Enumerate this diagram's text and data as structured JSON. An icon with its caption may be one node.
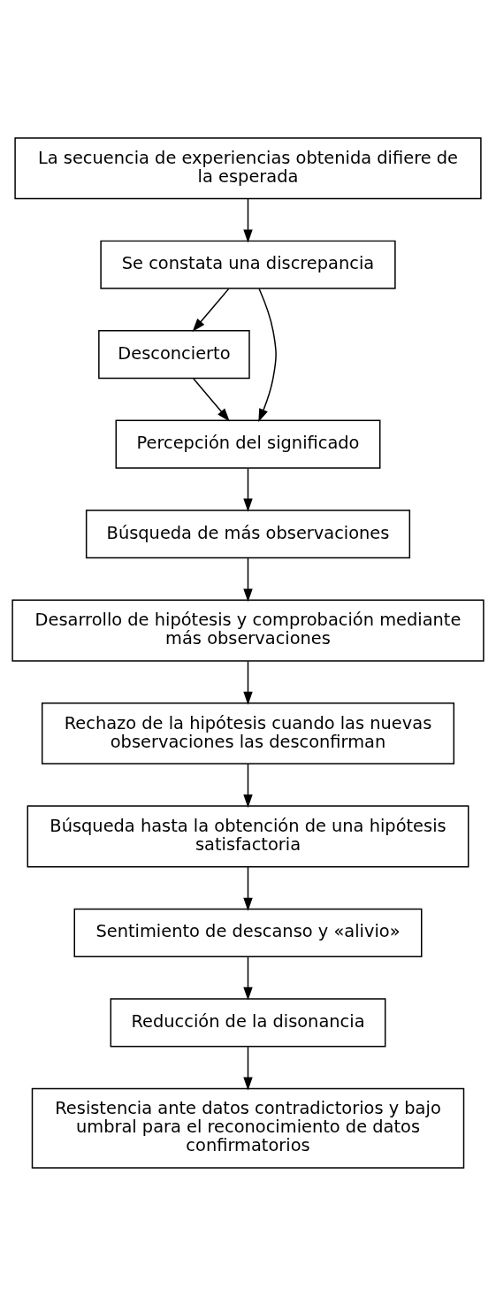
{
  "diagram": {
    "nodes": [
      {
        "text": [
          "La secuencia de experiencias obtenida difiere de la esperada"
        ]
      },
      {
        "text": [
          "Se constata una discrepancia"
        ]
      },
      {
        "text": [
          "Desconcierto"
        ]
      },
      {
        "text": [
          "Percepción del significado"
        ]
      },
      {
        "text": [
          "Búsqueda de más observaciones"
        ]
      },
      {
        "text": [
          "Desarrollo de hipótesis y comprobación mediante más observaciones"
        ]
      },
      {
        "text": [
          "Rechazo de la hipótesis cuando las nuevas observaciones las desconfirman"
        ]
      },
      {
        "text": [
          "Búsqueda hasta la obtención de una hipótesis satisfactoria"
        ]
      },
      {
        "text": [
          "Sentimiento de descanso y «alivio»"
        ]
      },
      {
        "text": [
          "Reducción de la disonancia"
        ]
      },
      {
        "text": [
          "Resistencia ante datos contradictorios y bajo umbral para el reconocimiento de datos confirmatorios"
        ]
      }
    ],
    "edges": [
      {
        "from": 0,
        "to": 1,
        "arrow": "to"
      },
      {
        "from": 1,
        "to": 2,
        "arrow": "to"
      },
      {
        "from": 2,
        "to": 3,
        "arrow": "to"
      },
      {
        "from": 1,
        "to": 3,
        "arrow": "to"
      },
      {
        "from": 3,
        "to": 4,
        "arrow": "to"
      },
      {
        "from": 4,
        "to": 5,
        "arrow": "to"
      },
      {
        "from": 5,
        "to": 6,
        "arrow": "to"
      },
      {
        "from": 6,
        "to": 7,
        "arrow": "to"
      },
      {
        "from": 7,
        "to": 8,
        "arrow": "to"
      },
      {
        "from": 8,
        "to": 9,
        "arrow": "to"
      },
      {
        "from": 9,
        "to": 10,
        "arrow": "to"
      }
    ]
  }
}
